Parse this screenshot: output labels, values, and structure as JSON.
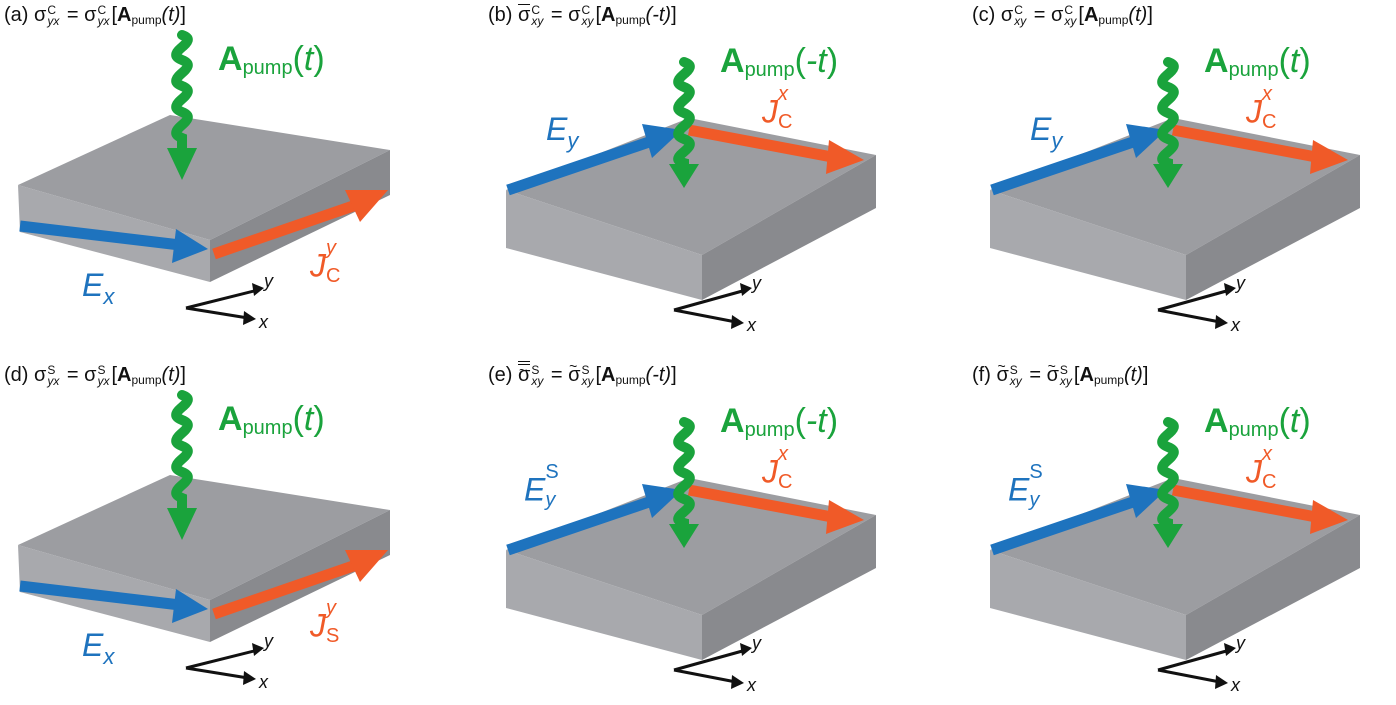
{
  "panels": [
    {
      "id": "a",
      "caption": {
        "prefix": "(a) ",
        "lhs_sym": "σ",
        "lhs_sup": "C",
        "lhs_sub": "yx",
        "rhs_sym": "σ",
        "rhs_sup": "C",
        "rhs_sub": "yx",
        "arg": "(t)"
      },
      "pump": {
        "bold": "A",
        "sub": "pump",
        "arg_open": "(",
        "arg": "t",
        "arg_close": ")"
      },
      "efield": {
        "base": "E",
        "sub": "x",
        "sup": ""
      },
      "current": {
        "base": "J",
        "sup": "y",
        "sub": "C"
      },
      "axes": {
        "y": "y",
        "x": "x"
      }
    },
    {
      "id": "b",
      "caption": {
        "prefix": "(b) ",
        "lhs_sym": "σ",
        "lhs_sup": "C",
        "lhs_sub": "xy",
        "rhs_sym": "σ",
        "rhs_sup": "C",
        "rhs_sub": "xy",
        "arg": "(-t)"
      },
      "pump": {
        "bold": "A",
        "sub": "pump",
        "arg_open": "(",
        "arg": "-t",
        "arg_close": ")"
      },
      "efield": {
        "base": "E",
        "sub": "y",
        "sup": ""
      },
      "current": {
        "base": "J",
        "sup": "x",
        "sub": "C"
      },
      "axes": {
        "y": "y",
        "x": "x"
      }
    },
    {
      "id": "c",
      "caption": {
        "prefix": "(c) ",
        "lhs_sym": "σ",
        "lhs_sup": "C",
        "lhs_sub": "xy",
        "rhs_sym": "σ",
        "rhs_sup": "C",
        "rhs_sub": "xy",
        "arg": "(t)"
      },
      "pump": {
        "bold": "A",
        "sub": "pump",
        "arg_open": "(",
        "arg": "t",
        "arg_close": ")"
      },
      "efield": {
        "base": "E",
        "sub": "y",
        "sup": ""
      },
      "current": {
        "base": "J",
        "sup": "x",
        "sub": "C"
      },
      "axes": {
        "y": "y",
        "x": "x"
      }
    },
    {
      "id": "d",
      "caption": {
        "prefix": "(d) ",
        "lhs_sym": "σ",
        "lhs_sup": "S",
        "lhs_sub": "yx",
        "rhs_sym": "σ",
        "rhs_sup": "S",
        "rhs_sub": "yx",
        "arg": "(t)"
      },
      "pump": {
        "bold": "A",
        "sub": "pump",
        "arg_open": "(",
        "arg": "t",
        "arg_close": ")"
      },
      "efield": {
        "base": "E",
        "sub": "x",
        "sup": ""
      },
      "current": {
        "base": "J",
        "sup": "y",
        "sub": "S"
      },
      "axes": {
        "y": "y",
        "x": "x"
      }
    },
    {
      "id": "e",
      "caption": {
        "prefix": "(e) ",
        "lhs_sym": "σ",
        "lhs_sup": "S",
        "lhs_sub": "xy",
        "rhs_sym": "σ",
        "rhs_sup": "S",
        "rhs_sub": "xy",
        "arg": "(-t)"
      },
      "pump": {
        "bold": "A",
        "sub": "pump",
        "arg_open": "(",
        "arg": "-t",
        "arg_close": ")"
      },
      "efield": {
        "base": "E",
        "sub": "y",
        "sup": "S"
      },
      "current": {
        "base": "J",
        "sup": "x",
        "sub": "C"
      },
      "axes": {
        "y": "y",
        "x": "x"
      }
    },
    {
      "id": "f",
      "caption": {
        "prefix": "(f) ",
        "lhs_sym": "σ",
        "lhs_sup": "S",
        "lhs_sub": "xy",
        "rhs_sym": "σ",
        "rhs_sup": "S",
        "rhs_sub": "xy",
        "arg": "(t)"
      },
      "pump": {
        "bold": "A",
        "sub": "pump",
        "arg_open": "(",
        "arg": "t",
        "arg_close": ")"
      },
      "efield": {
        "base": "E",
        "sub": "y",
        "sup": "S"
      },
      "current": {
        "base": "J",
        "sup": "x",
        "sub": "C"
      },
      "axes": {
        "y": "y",
        "x": "x"
      }
    }
  ],
  "caption_common": {
    "equals": " = ",
    "bracket_open": "[",
    "bracket_close": "]",
    "bold_A": "A",
    "pump_sub": "pump"
  },
  "colors": {
    "pump": "#1aa33c",
    "efield": "#1e73be",
    "current": "#f05a28",
    "slab_top": "#9c9da1",
    "slab_front": "#a8a9ad",
    "slab_side": "#8a8b8f",
    "axes": "#111111"
  }
}
